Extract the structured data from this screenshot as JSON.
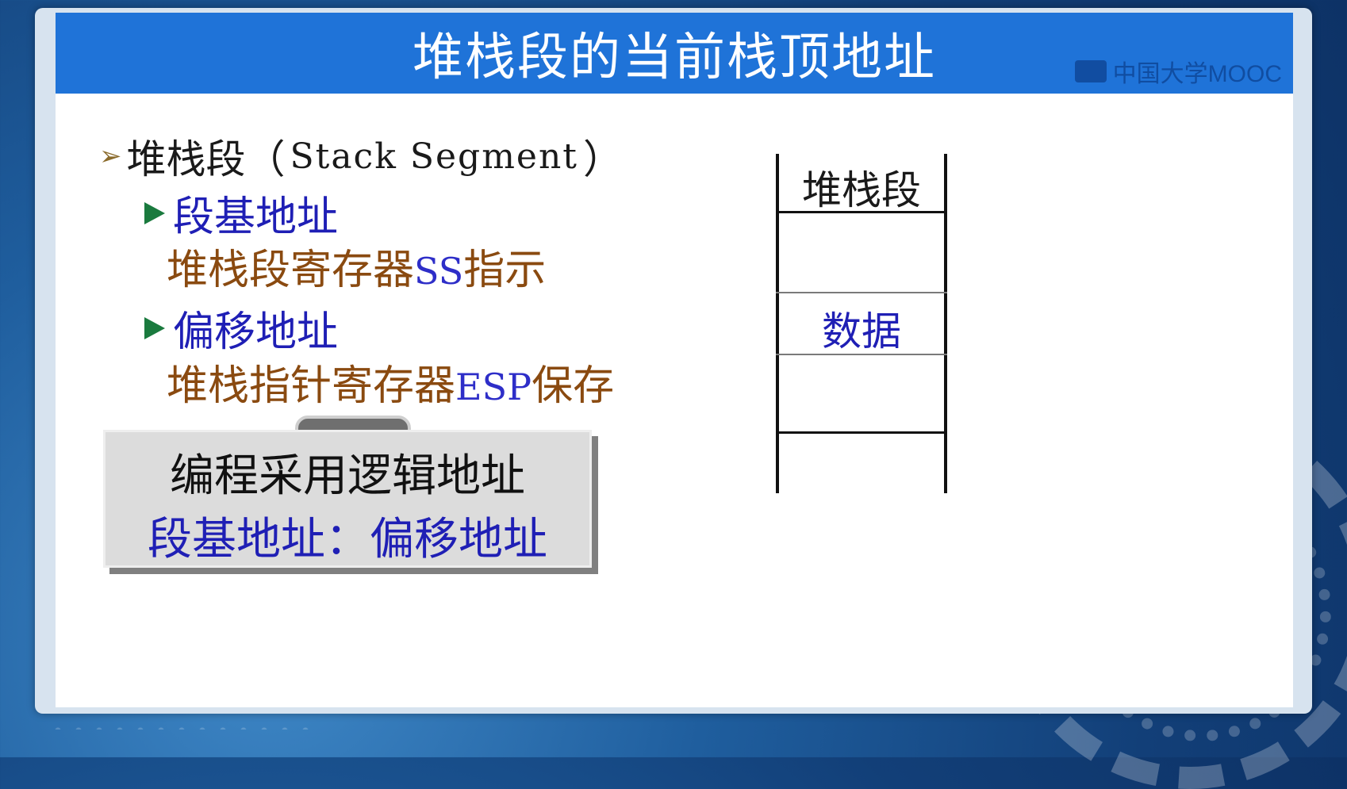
{
  "title": "堆栈段的当前栈顶地址",
  "logo_text": "中国大学MOOC",
  "bullet": {
    "marker": "➢",
    "label": "堆栈段",
    "paren_open": "（",
    "english": "Stack Segment",
    "paren_close": "）"
  },
  "sub_items": [
    {
      "label": "段基地址",
      "desc_before": "堆栈段寄存器",
      "register": "SS",
      "desc_after": "指示"
    },
    {
      "label": "偏移地址",
      "desc_before": "堆栈指针寄存器",
      "register": "ESP",
      "desc_after": "保存"
    }
  ],
  "note": {
    "line1": "编程采用逻辑地址",
    "line2": "段基地址：偏移地址"
  },
  "diagram": {
    "header": "堆栈段",
    "data_label": "数据"
  },
  "colors": {
    "title_bar": "#1f73d8",
    "sub_item_text": "#1f1fb5",
    "desc_text": "#8a4a10",
    "bullet_triangle": "#1a7a3e"
  }
}
